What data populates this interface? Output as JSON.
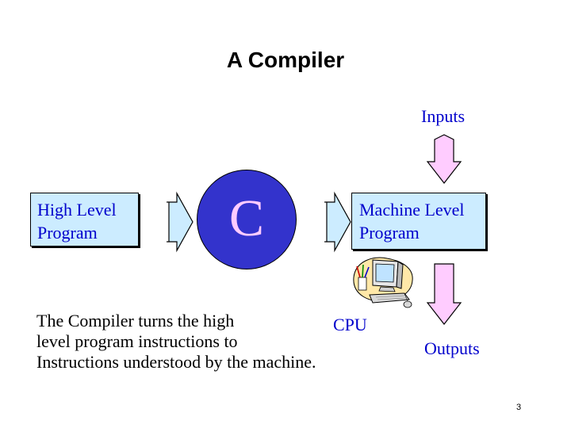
{
  "slide": {
    "title": "A Compiler",
    "page_number": "3"
  },
  "diagram": {
    "source_box": {
      "line1": "High Level",
      "line2": "Program"
    },
    "compiler_circle": {
      "letter": "C"
    },
    "target_box": {
      "line1": "Machine Level",
      "line2": "Program"
    },
    "inputs_label": "Inputs",
    "outputs_label": "Outputs",
    "cpu_label": "CPU"
  },
  "caption": {
    "line1": "The Compiler turns the high",
    "line2": "level program instructions to",
    "line3": "Instructions understood by the machine."
  },
  "colors": {
    "box_fill": "#ccecff",
    "box_text": "#0000cc",
    "circle_fill": "#3333cc",
    "circle_letter": "#ffccff",
    "block_arrow_fill": "#ccecff",
    "io_arrow_fill": "#ffccff"
  },
  "icons": {
    "computer": "computer-icon"
  }
}
